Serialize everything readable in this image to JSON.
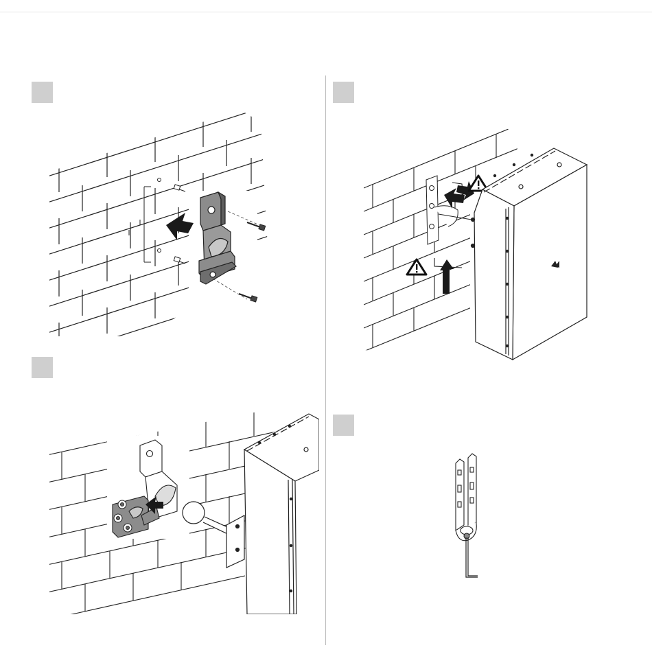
{
  "steps": [
    {
      "id": "step-1",
      "label": "",
      "illustration": "wall-bracket-mounting"
    },
    {
      "id": "step-2",
      "label": "",
      "illustration": "speaker-attach-warning"
    },
    {
      "id": "step-3",
      "label": "",
      "illustration": "ball-joint-clamp"
    },
    {
      "id": "step-4",
      "label": "",
      "illustration": "bracket-with-hex-key"
    }
  ],
  "icons": [
    "warning-triangle-icon",
    "push-arrow-icon",
    "screw-icon",
    "hex-key-icon",
    "brand-logo-icon"
  ],
  "colors": {
    "line": "#222222",
    "bracket_fill": "#8c8c8c",
    "step_box": "#cfcfcf",
    "divider": "#bdbdbd"
  }
}
